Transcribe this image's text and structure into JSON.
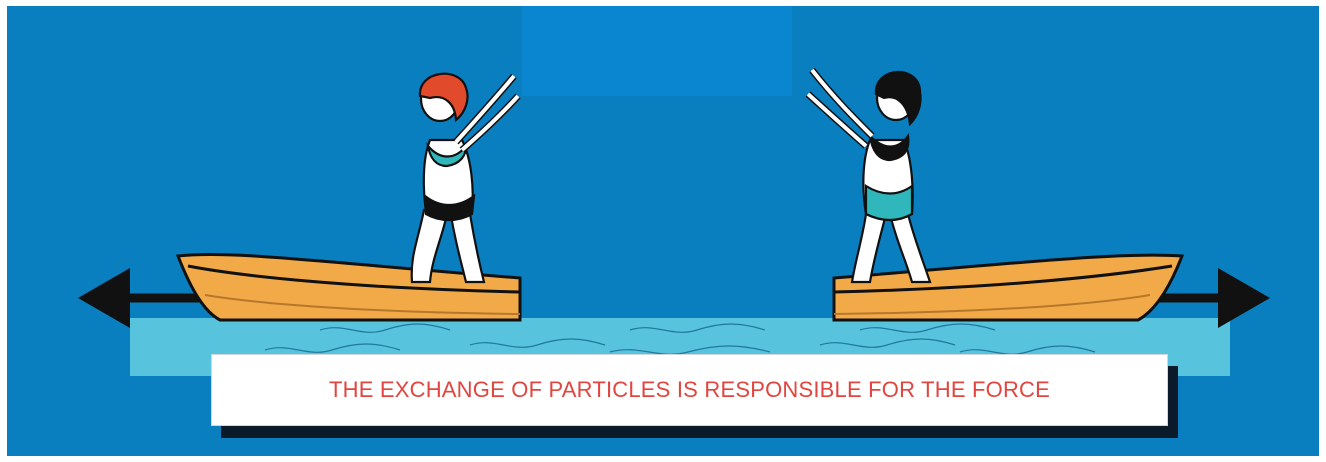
{
  "diagram": {
    "caption": "THE EXCHANGE OF PARTICLES IS RESPONSIBLE FOR THE FORCE",
    "colors": {
      "background": "#0a7fc0",
      "occluder": "#0a86d1",
      "water": "#57c3dd",
      "boat": "#f2aa48",
      "boat_dark": "#b7772b",
      "skin": "#ffffff",
      "outline": "#111111",
      "swimsuit_left": "#2fb7bb",
      "swimsuit_right": "#2fb7bb",
      "caption_text": "#e2453f",
      "hair_left": "#e24a2c",
      "hair_right": "#111111"
    },
    "arrows": [
      {
        "direction": "left",
        "meaning": "force-arrow-left"
      },
      {
        "direction": "right",
        "meaning": "force-arrow-right"
      }
    ],
    "figures": [
      {
        "side": "left",
        "description": "woman-on-boat-left"
      },
      {
        "side": "right",
        "description": "woman-on-boat-right"
      }
    ]
  }
}
